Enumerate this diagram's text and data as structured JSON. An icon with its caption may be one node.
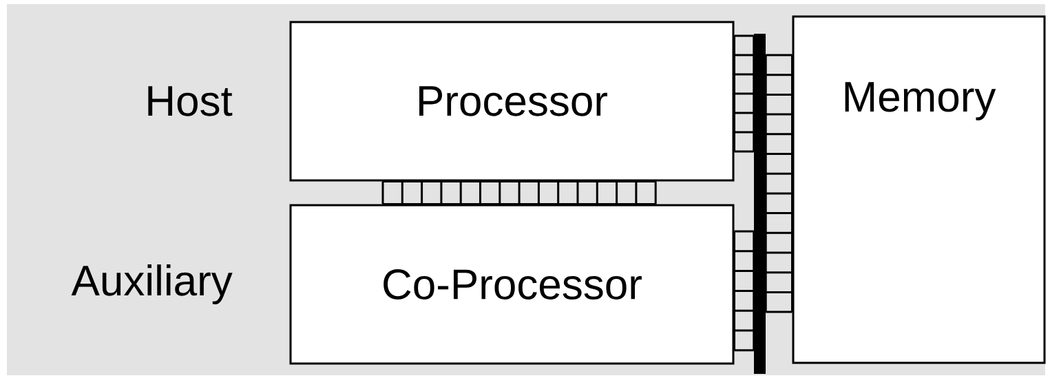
{
  "diagram": {
    "nodes": [
      {
        "text": [
          "Processor"
        ]
      },
      {
        "text": [],
        "shape": "bar"
      },
      {
        "text": [
          "Memory"
        ]
      },
      {
        "text": [
          "Co-Processor"
        ]
      }
    ],
    "edges": [
      {
        "from": 0,
        "to": 3,
        "arrow": "none"
      },
      {
        "from": 0,
        "to": 1,
        "arrow": "none"
      },
      {
        "from": 3,
        "to": 1,
        "arrow": "none"
      },
      {
        "from": 1,
        "to": 2,
        "arrow": "none"
      }
    ],
    "labels": [
      "Host",
      "Auxiliary"
    ]
  }
}
